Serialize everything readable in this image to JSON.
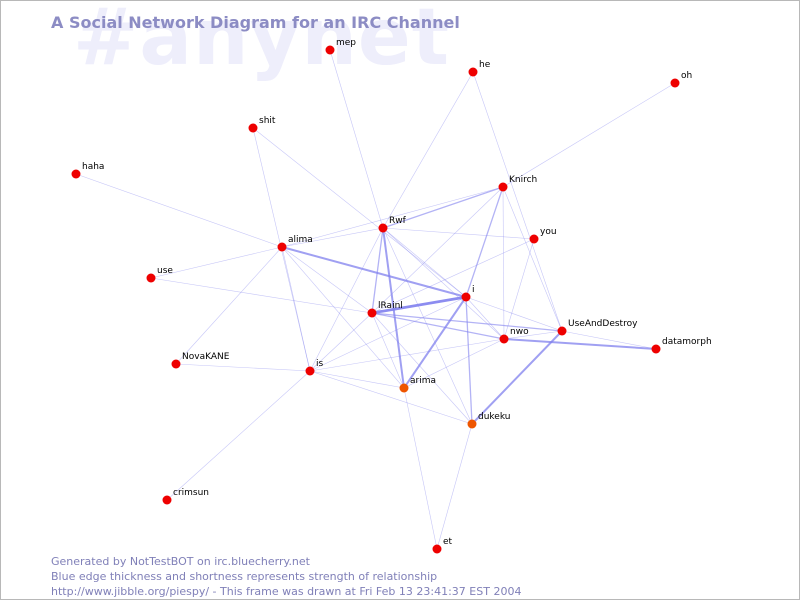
{
  "header": {
    "watermark": "#anynet",
    "title": "A Social Network Diagram for an IRC Channel"
  },
  "footer": {
    "line1": "Generated by NotTestBOT on irc.bluecherry.net",
    "line2": "Blue edge thickness and shortness represents strength of relationship",
    "line3": "http://www.jibble.org/piespy/ - This frame was drawn at Fri Feb 13 23:41:37 EST 2004"
  },
  "colors": {
    "node": "#ee0000",
    "node_recent": "#ee5500",
    "edge": "#8080ee",
    "title": "#8c8cc4",
    "watermark": "#eeeefb"
  },
  "nodes": [
    {
      "id": "mep",
      "label": "mep"
    },
    {
      "id": "he",
      "label": "he"
    },
    {
      "id": "oh",
      "label": "oh"
    },
    {
      "id": "shit",
      "label": "shit"
    },
    {
      "id": "haha",
      "label": "haha"
    },
    {
      "id": "Knirch",
      "label": "Knirch"
    },
    {
      "id": "Rwf",
      "label": "Rwf"
    },
    {
      "id": "you",
      "label": "you"
    },
    {
      "id": "alima",
      "label": "alima"
    },
    {
      "id": "use",
      "label": "use"
    },
    {
      "id": "i",
      "label": "i"
    },
    {
      "id": "IRainI",
      "label": "lRainl"
    },
    {
      "id": "UseAndDestroy",
      "label": "UseAndDestroy"
    },
    {
      "id": "nwo",
      "label": "nwo"
    },
    {
      "id": "datamorph",
      "label": "datamorph"
    },
    {
      "id": "NovaKANE",
      "label": "NovaKANE"
    },
    {
      "id": "is",
      "label": "is"
    },
    {
      "id": "arima",
      "label": "arima"
    },
    {
      "id": "dukeku",
      "label": "dukeku"
    },
    {
      "id": "crimsun",
      "label": "crimsun"
    },
    {
      "id": "et",
      "label": "et"
    }
  ],
  "edges": [
    {
      "source": "mep",
      "target": "Rwf",
      "weight": 1
    },
    {
      "source": "he",
      "target": "Rwf",
      "weight": 1
    },
    {
      "source": "he",
      "target": "UseAndDestroy",
      "weight": 1
    },
    {
      "source": "oh",
      "target": "Knirch",
      "weight": 1
    },
    {
      "source": "shit",
      "target": "is",
      "weight": 1
    },
    {
      "source": "shit",
      "target": "i",
      "weight": 1
    },
    {
      "source": "haha",
      "target": "alima",
      "weight": 1
    },
    {
      "source": "Knirch",
      "target": "Rwf",
      "weight": 2
    },
    {
      "source": "Knirch",
      "target": "alima",
      "weight": 1
    },
    {
      "source": "Knirch",
      "target": "i",
      "weight": 2
    },
    {
      "source": "Knirch",
      "target": "nwo",
      "weight": 1
    },
    {
      "source": "Knirch",
      "target": "UseAndDestroy",
      "weight": 1
    },
    {
      "source": "Knirch",
      "target": "IRainI",
      "weight": 1
    },
    {
      "source": "Rwf",
      "target": "alima",
      "weight": 1
    },
    {
      "source": "Rwf",
      "target": "you",
      "weight": 1
    },
    {
      "source": "Rwf",
      "target": "i",
      "weight": 1
    },
    {
      "source": "Rwf",
      "target": "arima",
      "weight": 3
    },
    {
      "source": "Rwf",
      "target": "IRainI",
      "weight": 2
    },
    {
      "source": "Rwf",
      "target": "is",
      "weight": 1
    },
    {
      "source": "Rwf",
      "target": "nwo",
      "weight": 1
    },
    {
      "source": "Rwf",
      "target": "dukeku",
      "weight": 1
    },
    {
      "source": "you",
      "target": "IRainI",
      "weight": 1
    },
    {
      "source": "you",
      "target": "nwo",
      "weight": 1
    },
    {
      "source": "alima",
      "target": "i",
      "weight": 3
    },
    {
      "source": "alima",
      "target": "is",
      "weight": 1
    },
    {
      "source": "alima",
      "target": "IRainI",
      "weight": 1
    },
    {
      "source": "alima",
      "target": "use",
      "weight": 1
    },
    {
      "source": "alima",
      "target": "NovaKANE",
      "weight": 1
    },
    {
      "source": "alima",
      "target": "arima",
      "weight": 1
    },
    {
      "source": "use",
      "target": "IRainI",
      "weight": 1
    },
    {
      "source": "i",
      "target": "IRainI",
      "weight": 4
    },
    {
      "source": "i",
      "target": "arima",
      "weight": 3
    },
    {
      "source": "i",
      "target": "dukeku",
      "weight": 2
    },
    {
      "source": "i",
      "target": "nwo",
      "weight": 1
    },
    {
      "source": "i",
      "target": "is",
      "weight": 1
    },
    {
      "source": "i",
      "target": "UseAndDestroy",
      "weight": 1
    },
    {
      "source": "IRainI",
      "target": "nwo",
      "weight": 2
    },
    {
      "source": "IRainI",
      "target": "UseAndDestroy",
      "weight": 2
    },
    {
      "source": "IRainI",
      "target": "arima",
      "weight": 1
    },
    {
      "source": "IRainI",
      "target": "is",
      "weight": 1
    },
    {
      "source": "IRainI",
      "target": "dukeku",
      "weight": 1
    },
    {
      "source": "UseAndDestroy",
      "target": "nwo",
      "weight": 1
    },
    {
      "source": "UseAndDestroy",
      "target": "dukeku",
      "weight": 3
    },
    {
      "source": "UseAndDestroy",
      "target": "datamorph",
      "weight": 1
    },
    {
      "source": "nwo",
      "target": "datamorph",
      "weight": 3
    },
    {
      "source": "nwo",
      "target": "is",
      "weight": 1
    },
    {
      "source": "nwo",
      "target": "arima",
      "weight": 1
    },
    {
      "source": "NovaKANE",
      "target": "is",
      "weight": 1
    },
    {
      "source": "is",
      "target": "arima",
      "weight": 1
    },
    {
      "source": "is",
      "target": "dukeku",
      "weight": 1
    },
    {
      "source": "is",
      "target": "crimsun",
      "weight": 1
    },
    {
      "source": "arima",
      "target": "et",
      "weight": 1
    },
    {
      "source": "dukeku",
      "target": "et",
      "weight": 1
    }
  ]
}
